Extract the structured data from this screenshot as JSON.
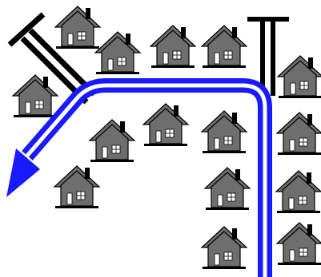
{
  "colors": {
    "background": "#ffffff",
    "house_fill": "#6e6e6e",
    "house_outline": "#000000",
    "window_fill": "#ffffff",
    "road_black": "#000000",
    "arrow_blue": "#1a1aff",
    "arrow_white": "#ffffff"
  },
  "icons": {
    "house": "house-icon",
    "street": "street-t-icon",
    "arrow": "route-arrow-icon"
  },
  "houses": [
    {
      "id": "house-1"
    },
    {
      "id": "house-2"
    },
    {
      "id": "house-3"
    },
    {
      "id": "house-4"
    },
    {
      "id": "house-5"
    },
    {
      "id": "house-6"
    },
    {
      "id": "house-7"
    },
    {
      "id": "house-8"
    },
    {
      "id": "house-9"
    },
    {
      "id": "house-10"
    },
    {
      "id": "house-11"
    },
    {
      "id": "house-12"
    },
    {
      "id": "house-13"
    },
    {
      "id": "house-14"
    },
    {
      "id": "house-15"
    },
    {
      "id": "house-16"
    }
  ]
}
